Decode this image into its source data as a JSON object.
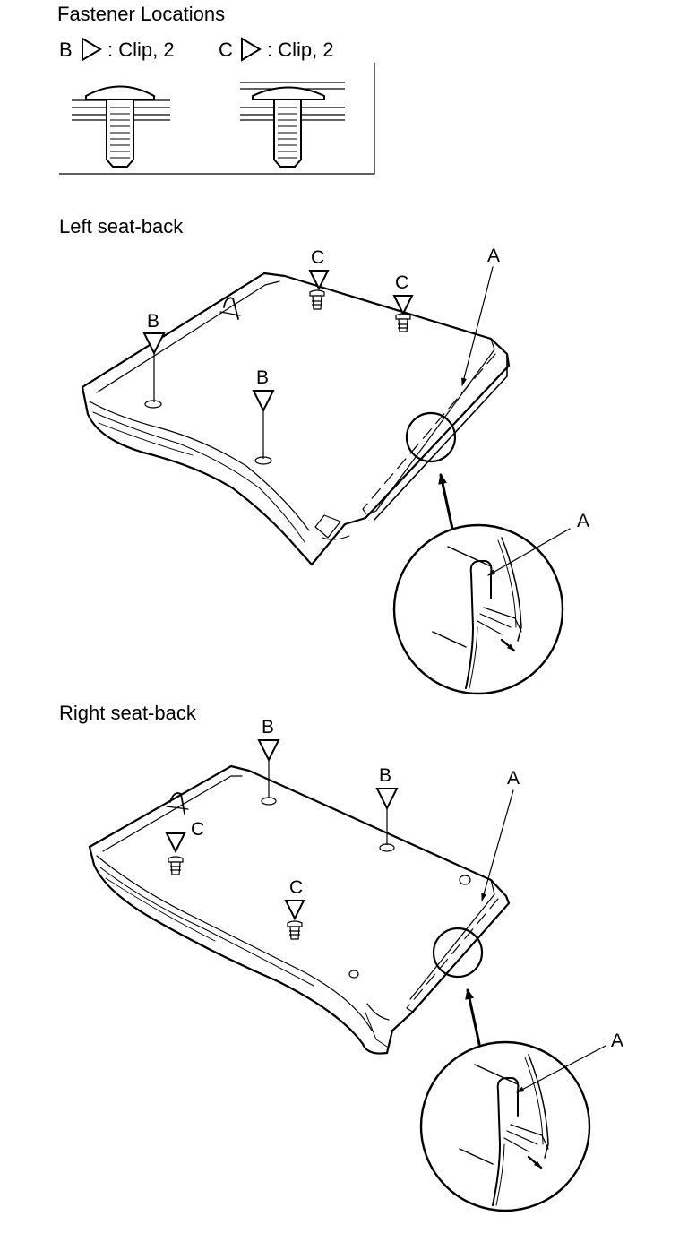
{
  "legend": {
    "title": "Fastener Locations",
    "b_letter": "B",
    "b_text": ": Clip, 2",
    "c_letter": "C",
    "c_text": ": Clip, 2"
  },
  "left_section": {
    "title": "Left seat-back",
    "labels": {
      "a_top": "A",
      "a_detail": "A",
      "c1": "C",
      "c2": "C",
      "b1": "B",
      "b2": "B"
    }
  },
  "right_section": {
    "title": "Right seat-back",
    "labels": {
      "a_top": "A",
      "a_detail": "A",
      "c1": "C",
      "c2": "C",
      "b1": "B",
      "b2": "B"
    }
  }
}
